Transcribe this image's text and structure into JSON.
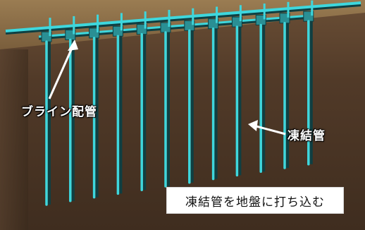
{
  "labels": {
    "brine_pipe": "ブライン配管",
    "freeze_pipe": "凍結管",
    "caption": "凍結管を地盤に打ち込む"
  },
  "colors": {
    "soil_dark": "#4a3424",
    "soil_light": "#5c4330",
    "ground_surface": "#8b7048",
    "pipe_cyan": "#3ed7dd",
    "pipe_shadow": "#0f3f42",
    "arrow": "#ffffff"
  },
  "freeze_pipe_count": 12
}
